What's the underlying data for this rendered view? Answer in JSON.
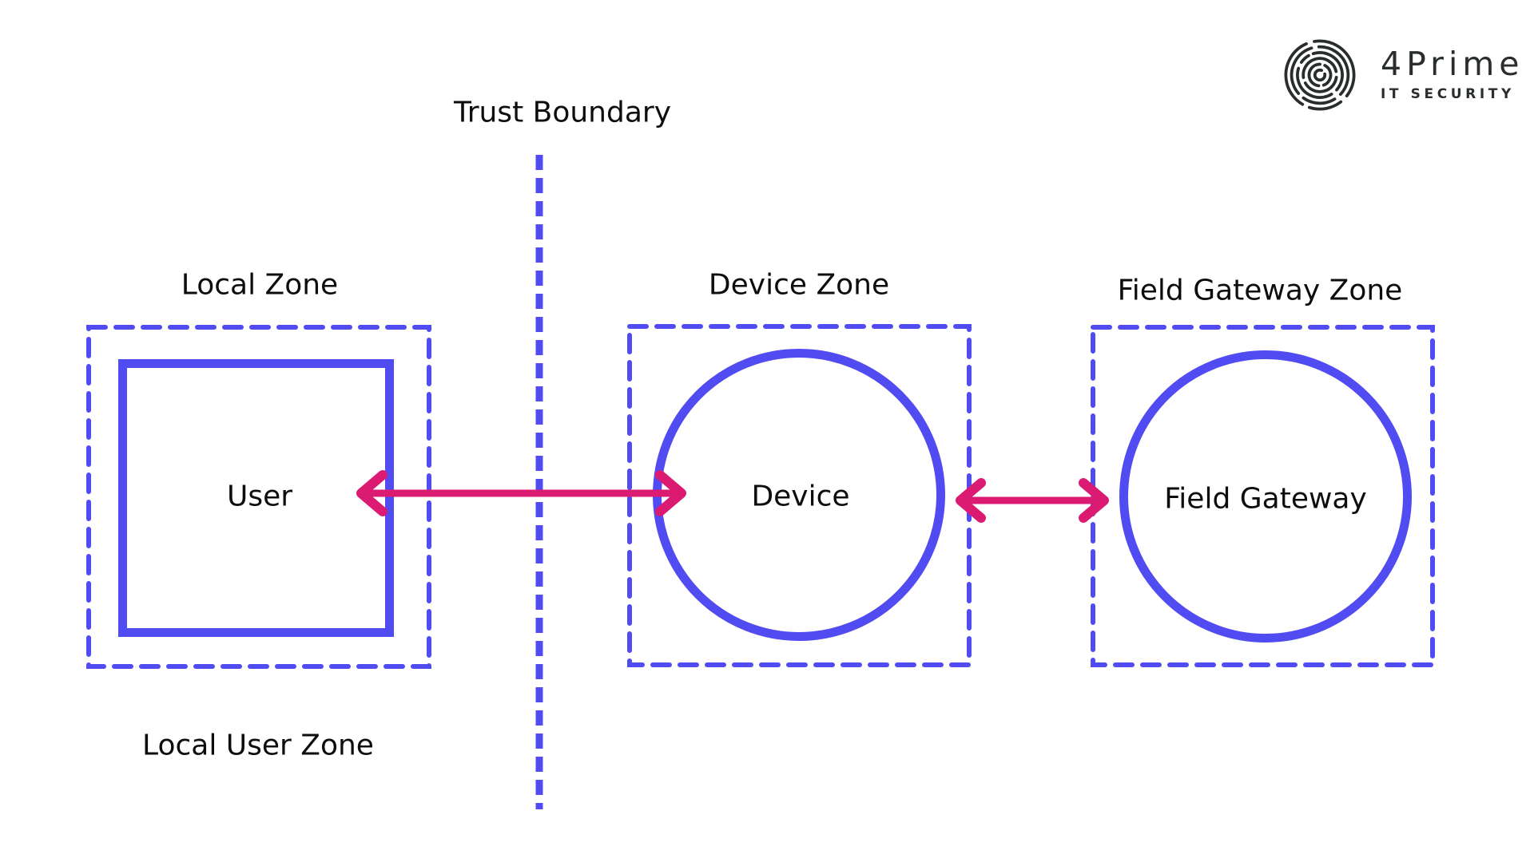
{
  "header": {
    "logo": {
      "brand": "4Prime",
      "tagline": "IT SECURITY",
      "icon": "fingerprint-spiral-icon",
      "color": "#292d2e"
    }
  },
  "diagram": {
    "type": "threat-model-zone-diagram",
    "trust_boundary": {
      "label": "Trust Boundary",
      "orientation": "vertical-dashed-line"
    },
    "zones": [
      {
        "id": "local",
        "label": "Local Zone",
        "sublabel": "Local User Zone",
        "node": {
          "shape": "square",
          "label": "User"
        }
      },
      {
        "id": "device",
        "label": "Device Zone",
        "node": {
          "shape": "circle",
          "label": "Device"
        }
      },
      {
        "id": "field-gateway",
        "label": "Field Gateway Zone",
        "node": {
          "shape": "circle",
          "label": "Field Gateway"
        }
      }
    ],
    "connections": [
      {
        "from": "User",
        "to": "Device",
        "type": "bidirectional",
        "crosses": "Trust Boundary"
      },
      {
        "from": "Device",
        "to": "Field Gateway",
        "type": "bidirectional"
      }
    ],
    "colors": {
      "background": "#ffffff",
      "zone_outline": "#514bf2",
      "data_flow": "#db1a72",
      "label_text": "#0d0d0d"
    }
  }
}
